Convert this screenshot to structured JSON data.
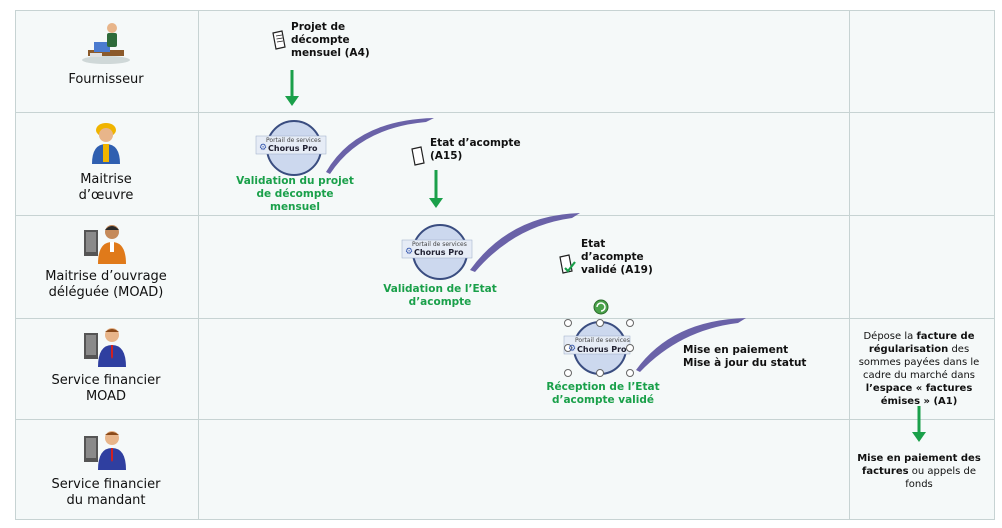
{
  "roles": [
    {
      "label": "Fournisseur"
    },
    {
      "label": "Maitrise\nd’œuvre"
    },
    {
      "label": "Maitrise d’ouvrage\ndéléguée (MOAD)"
    },
    {
      "label": "Service financier\nMOAD"
    },
    {
      "label": "Service financier\ndu mandant"
    }
  ],
  "chorus": {
    "portal_text": "Portail de services",
    "brand_text": "Chorus Pro"
  },
  "docs": {
    "projet": "Projet de\ndécompte\nmensuel (A4)",
    "etat": "Etat d’acompte\n(A15)",
    "etat_valide": "Etat\nd’acompte\nvalidé (A19)",
    "mise_en_paiement": "Mise en paiement\nMise à jour du statut"
  },
  "steps": {
    "validation_projet": "Validation du projet\nde décompte\nmensuel",
    "validation_etat": "Validation de l’Etat\nd’acompte",
    "reception": "Réception de l’Etat\nd’acompte validé"
  },
  "side": {
    "depose_1": "Dépose la ",
    "depose_bold_1": "facture de régularisation",
    "depose_2": " des sommes payées dans le cadre du marché dans ",
    "depose_bold_2": "l’espace « factures émises » (A1)",
    "mise_bold": "Mise en paiement des factures",
    "mise_rest": " ou appels de fonds"
  },
  "colors": {
    "arrow": "#1aa04a",
    "grid": "#c7d3d3",
    "row_bg": "#f5f9f9",
    "circle": "#ccd8ee",
    "circle_border": "#3a4d80",
    "swoosh": "#6a62a8"
  }
}
